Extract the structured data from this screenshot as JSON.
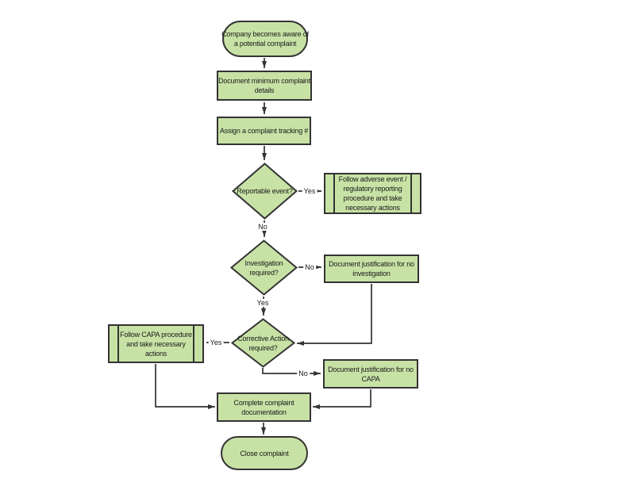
{
  "colors": {
    "canvas_bg": "#ffffff",
    "node_fill": "#c8e2a6",
    "node_border": "#333333",
    "connector": "#333333",
    "text": "#1a1a1a"
  },
  "nodes": [
    {
      "id": "start",
      "type": "terminator",
      "label": "Company becomes aware of\na potential complaint"
    },
    {
      "id": "document-details",
      "type": "process",
      "label": "Document minimum complaint\ndetails"
    },
    {
      "id": "assign-tracking",
      "type": "process",
      "label": "Assign a complaint tracking #"
    },
    {
      "id": "reportable-decision",
      "type": "decision",
      "label": "Reportable event?"
    },
    {
      "id": "adverse-procedure",
      "type": "predefined-process",
      "label": "Follow adverse event /\nregulatory reporting\nprocedure and take\nnecessary actions"
    },
    {
      "id": "investigation-decision",
      "type": "decision",
      "label": "Investigation\nrequired?"
    },
    {
      "id": "doc-no-investigation",
      "type": "process",
      "label": "Document justification for no\ninvestigation"
    },
    {
      "id": "corrective-decision",
      "type": "decision",
      "label": "Corrective Action\nrequired?"
    },
    {
      "id": "capa-procedure",
      "type": "predefined-process",
      "label": "Follow CAPA procedure\nand take necessary\nactions"
    },
    {
      "id": "doc-no-capa",
      "type": "process",
      "label": "Document justification for no\nCAPA"
    },
    {
      "id": "complete-documentation",
      "type": "process",
      "label": "Complete complaint\ndocumentation"
    },
    {
      "id": "close",
      "type": "terminator",
      "label": "Close complaint"
    }
  ],
  "edges": [
    {
      "from": "start",
      "to": "document-details"
    },
    {
      "from": "document-details",
      "to": "assign-tracking"
    },
    {
      "from": "assign-tracking",
      "to": "reportable-decision"
    },
    {
      "from": "reportable-decision",
      "to": "adverse-procedure",
      "label": "Yes"
    },
    {
      "from": "reportable-decision",
      "to": "investigation-decision",
      "label": "No"
    },
    {
      "from": "investigation-decision",
      "to": "doc-no-investigation",
      "label": "No"
    },
    {
      "from": "investigation-decision",
      "to": "corrective-decision",
      "label": "Yes"
    },
    {
      "from": "doc-no-investigation",
      "to": "corrective-decision"
    },
    {
      "from": "corrective-decision",
      "to": "capa-procedure",
      "label": "Yes"
    },
    {
      "from": "corrective-decision",
      "to": "doc-no-capa",
      "label": "No"
    },
    {
      "from": "doc-no-capa",
      "to": "complete-documentation"
    },
    {
      "from": "capa-procedure",
      "to": "complete-documentation"
    },
    {
      "from": "complete-documentation",
      "to": "close"
    }
  ]
}
